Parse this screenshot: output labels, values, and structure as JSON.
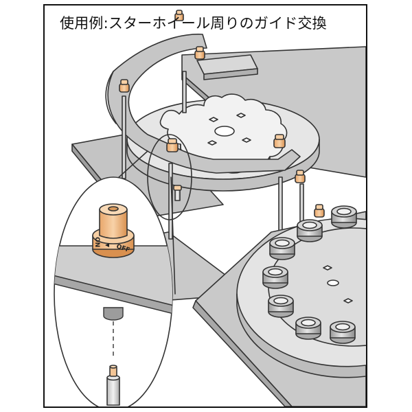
{
  "caption": "使用例:スターホイール周りのガイド交換",
  "nozzle_labels": {
    "off": "OFF",
    "on": "ON"
  },
  "colors": {
    "outline": "#333333",
    "plate_gray": "#c7c7c7",
    "plate_light": "#dedede",
    "guide_orange": "#f3c18e",
    "guide_orange_dark": "#d99a5c",
    "metal_gray": "#b5b5b5",
    "white": "#ffffff"
  }
}
